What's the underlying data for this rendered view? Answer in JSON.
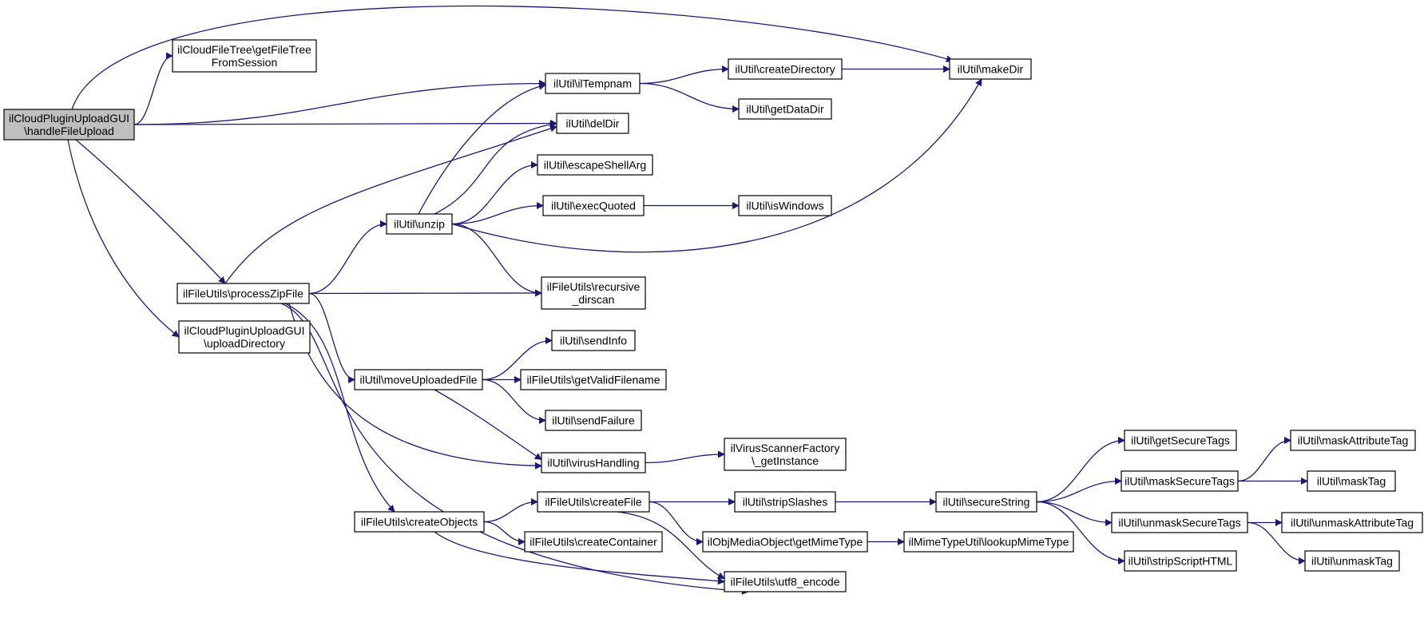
{
  "colors": {
    "edge": "#191970",
    "root_fill": "#bfbfbf",
    "node_fill": "#ffffff",
    "border": "#000000"
  },
  "nodes": [
    {
      "id": "root",
      "lines": [
        "ilCloudPluginUploadGUI",
        "\\handleFileUpload"
      ],
      "root": true
    },
    {
      "id": "getFileTree",
      "lines": [
        "ilCloudFileTree\\getFileTree",
        "FromSession"
      ]
    },
    {
      "id": "processZipFile",
      "lines": [
        "ilFileUtils\\processZipFile"
      ]
    },
    {
      "id": "uploadDirectory",
      "lines": [
        "ilCloudPluginUploadGUI",
        "\\uploadDirectory"
      ]
    },
    {
      "id": "unzip",
      "lines": [
        "ilUtil\\unzip"
      ]
    },
    {
      "id": "moveUploadedFile",
      "lines": [
        "ilUtil\\moveUploadedFile"
      ]
    },
    {
      "id": "createObjects",
      "lines": [
        "ilFileUtils\\createObjects"
      ]
    },
    {
      "id": "ilTempnam",
      "lines": [
        "ilUtil\\ilTempnam"
      ]
    },
    {
      "id": "delDir",
      "lines": [
        "ilUtil\\delDir"
      ]
    },
    {
      "id": "escapeShellArg",
      "lines": [
        "ilUtil\\escapeShellArg"
      ]
    },
    {
      "id": "execQuoted",
      "lines": [
        "ilUtil\\execQuoted"
      ]
    },
    {
      "id": "recursive_dirscan",
      "lines": [
        "ilFileUtils\\recursive",
        "_dirscan"
      ]
    },
    {
      "id": "sendInfo",
      "lines": [
        "ilUtil\\sendInfo"
      ]
    },
    {
      "id": "getValidFilename",
      "lines": [
        "ilFileUtils\\getValidFilename"
      ]
    },
    {
      "id": "sendFailure",
      "lines": [
        "ilUtil\\sendFailure"
      ]
    },
    {
      "id": "virusHandling",
      "lines": [
        "ilUtil\\virusHandling"
      ]
    },
    {
      "id": "createFile",
      "lines": [
        "ilFileUtils\\createFile"
      ]
    },
    {
      "id": "createContainer",
      "lines": [
        "ilFileUtils\\createContainer"
      ]
    },
    {
      "id": "utf8_encode",
      "lines": [
        "ilFileUtils\\utf8_encode"
      ]
    },
    {
      "id": "createDirectory",
      "lines": [
        "ilUtil\\createDirectory"
      ]
    },
    {
      "id": "getDataDir",
      "lines": [
        "ilUtil\\getDataDir"
      ]
    },
    {
      "id": "isWindows",
      "lines": [
        "ilUtil\\isWindows"
      ]
    },
    {
      "id": "getInstance",
      "lines": [
        "ilVirusScannerFactory",
        "\\_getInstance"
      ]
    },
    {
      "id": "stripSlashes",
      "lines": [
        "ilUtil\\stripSlashes"
      ]
    },
    {
      "id": "getMimeType",
      "lines": [
        "ilObjMediaObject\\getMimeType"
      ]
    },
    {
      "id": "makeDir",
      "lines": [
        "ilUtil\\makeDir"
      ]
    },
    {
      "id": "lookupMimeType",
      "lines": [
        "ilMimeTypeUtil\\lookupMimeType"
      ]
    },
    {
      "id": "secureString",
      "lines": [
        "ilUtil\\secureString"
      ]
    },
    {
      "id": "getSecureTags",
      "lines": [
        "ilUtil\\getSecureTags"
      ]
    },
    {
      "id": "maskSecureTags",
      "lines": [
        "ilUtil\\maskSecureTags"
      ]
    },
    {
      "id": "unmaskSecureTags",
      "lines": [
        "ilUtil\\unmaskSecureTags"
      ]
    },
    {
      "id": "stripScriptHTML",
      "lines": [
        "ilUtil\\stripScriptHTML"
      ]
    },
    {
      "id": "maskAttributeTag",
      "lines": [
        "ilUtil\\maskAttributeTag"
      ]
    },
    {
      "id": "maskTag",
      "lines": [
        "ilUtil\\maskTag"
      ]
    },
    {
      "id": "unmaskAttributeTag",
      "lines": [
        "ilUtil\\unmaskAttributeTag"
      ]
    },
    {
      "id": "unmaskTag",
      "lines": [
        "ilUtil\\unmaskTag"
      ]
    }
  ],
  "edges": [
    [
      "root",
      "getFileTree"
    ],
    [
      "root",
      "makeDir"
    ],
    [
      "root",
      "ilTempnam"
    ],
    [
      "root",
      "delDir"
    ],
    [
      "root",
      "processZipFile"
    ],
    [
      "root",
      "uploadDirectory"
    ],
    [
      "processZipFile",
      "delDir"
    ],
    [
      "processZipFile",
      "unzip"
    ],
    [
      "processZipFile",
      "recursive_dirscan"
    ],
    [
      "processZipFile",
      "moveUploadedFile"
    ],
    [
      "processZipFile",
      "virusHandling"
    ],
    [
      "processZipFile",
      "createObjects"
    ],
    [
      "processZipFile",
      "utf8_encode"
    ],
    [
      "unzip",
      "ilTempnam"
    ],
    [
      "unzip",
      "delDir"
    ],
    [
      "unzip",
      "escapeShellArg"
    ],
    [
      "unzip",
      "execQuoted"
    ],
    [
      "unzip",
      "makeDir"
    ],
    [
      "unzip",
      "recursive_dirscan"
    ],
    [
      "ilTempnam",
      "createDirectory"
    ],
    [
      "ilTempnam",
      "getDataDir"
    ],
    [
      "createDirectory",
      "makeDir"
    ],
    [
      "execQuoted",
      "isWindows"
    ],
    [
      "moveUploadedFile",
      "sendInfo"
    ],
    [
      "moveUploadedFile",
      "getValidFilename"
    ],
    [
      "moveUploadedFile",
      "sendFailure"
    ],
    [
      "moveUploadedFile",
      "virusHandling"
    ],
    [
      "virusHandling",
      "getInstance"
    ],
    [
      "createObjects",
      "createFile"
    ],
    [
      "createObjects",
      "createContainer"
    ],
    [
      "createObjects",
      "utf8_encode"
    ],
    [
      "createFile",
      "stripSlashes"
    ],
    [
      "createFile",
      "getMimeType"
    ],
    [
      "createFile",
      "utf8_encode"
    ],
    [
      "stripSlashes",
      "secureString"
    ],
    [
      "getMimeType",
      "lookupMimeType"
    ],
    [
      "secureString",
      "getSecureTags"
    ],
    [
      "secureString",
      "maskSecureTags"
    ],
    [
      "secureString",
      "unmaskSecureTags"
    ],
    [
      "secureString",
      "stripScriptHTML"
    ],
    [
      "maskSecureTags",
      "maskAttributeTag"
    ],
    [
      "maskSecureTags",
      "maskTag"
    ],
    [
      "unmaskSecureTags",
      "unmaskAttributeTag"
    ],
    [
      "unmaskSecureTags",
      "unmaskTag"
    ]
  ]
}
